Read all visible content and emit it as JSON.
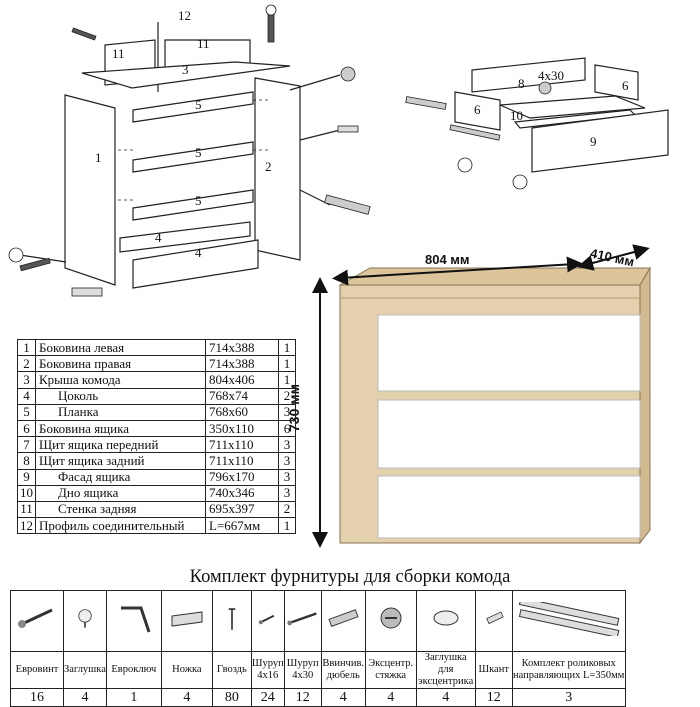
{
  "diagram": {
    "exploded_labels": [
      "12",
      "11",
      "11",
      "3",
      "5",
      "5",
      "5",
      "1",
      "2",
      "4",
      "4"
    ],
    "drawer_labels": [
      "8",
      "4x30",
      "6",
      "6",
      "10",
      "9"
    ],
    "dimensions": {
      "width": "804 мм",
      "depth": "410 мм",
      "height": "730 мм"
    }
  },
  "parts": [
    {
      "n": "1",
      "name": "Боковина левая",
      "dim": "714x388",
      "qty": "1"
    },
    {
      "n": "2",
      "name": "Боковина правая",
      "dim": "714x388",
      "qty": "1"
    },
    {
      "n": "3",
      "name": "Крыша комода",
      "dim": "804x406",
      "qty": "1"
    },
    {
      "n": "4",
      "name": "Цоколь",
      "dim": "768x74",
      "qty": "2"
    },
    {
      "n": "5",
      "name": "Планка",
      "dim": "768x60",
      "qty": "3"
    },
    {
      "n": "6",
      "name": "Боковина ящика",
      "dim": "350x110",
      "qty": "6"
    },
    {
      "n": "7",
      "name": "Щит ящика передний",
      "dim": "711x110",
      "qty": "3"
    },
    {
      "n": "8",
      "name": "Щит ящика задний",
      "dim": "711x110",
      "qty": "3"
    },
    {
      "n": "9",
      "name": "Фасад ящика",
      "dim": "796x170",
      "qty": "3"
    },
    {
      "n": "10",
      "name": "Дно ящика",
      "dim": "740x346",
      "qty": "3"
    },
    {
      "n": "11",
      "name": "Стенка задняя",
      "dim": "695x397",
      "qty": "2"
    },
    {
      "n": "12",
      "name": "Профиль соединительный",
      "dim": "L=667мм",
      "qty": "1"
    }
  ],
  "hardware": {
    "title": "Комплект фурнитуры для сборки комода",
    "items": [
      {
        "icon": "euroscrew-icon",
        "name": "Евровинт",
        "qty": "16"
      },
      {
        "icon": "plug-icon",
        "name": "Заглушка",
        "qty": "4"
      },
      {
        "icon": "eurokey-icon",
        "name": "Евроключ",
        "qty": "1"
      },
      {
        "icon": "foot-icon",
        "name": "Ножка",
        "qty": "4"
      },
      {
        "icon": "nail-icon",
        "name": "Гвоздь",
        "qty": "80"
      },
      {
        "icon": "screw-4x16-icon",
        "name": "Шуруп 4x16",
        "qty": "24"
      },
      {
        "icon": "screw-4x30-icon",
        "name": "Шуруп 4x30",
        "qty": "12"
      },
      {
        "icon": "dowel-icon",
        "name": "Ввинчив. дюбель",
        "qty": "4"
      },
      {
        "icon": "cam-lock-icon",
        "name": "Эксцентр. стяжка",
        "qty": "4"
      },
      {
        "icon": "cam-cap-icon",
        "name": "Заглушка для эксцентрика",
        "qty": "4"
      },
      {
        "icon": "wood-pin-icon",
        "name": "Шкант",
        "qty": "12"
      },
      {
        "icon": "roller-slides-icon",
        "name": "Комплект роликовых направляющих L=350мм",
        "qty": "3"
      }
    ]
  }
}
